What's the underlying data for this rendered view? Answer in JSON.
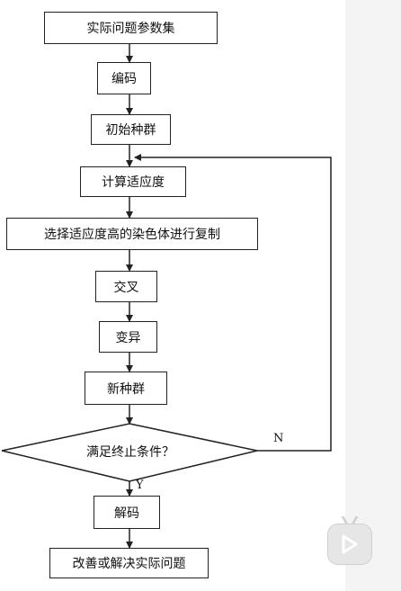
{
  "flowchart": {
    "steps": {
      "problem_params": "实际问题参数集",
      "encode": "编码",
      "init_population": "初始种群",
      "compute_fitness": "计算适应度",
      "select_copy": "选择适应度高的染色体进行复制",
      "crossover": "交叉",
      "mutation": "变异",
      "new_population": "新种群",
      "termination_check": "满足终止条件？",
      "decode": "解码",
      "solve_problem": "改善或解决实际问题"
    },
    "edge_labels": {
      "no": "N",
      "yes": "Y"
    }
  },
  "icons": {
    "video_overlay": "play-icon"
  },
  "colors": {
    "line": "#222222",
    "background": "#ffffff"
  }
}
